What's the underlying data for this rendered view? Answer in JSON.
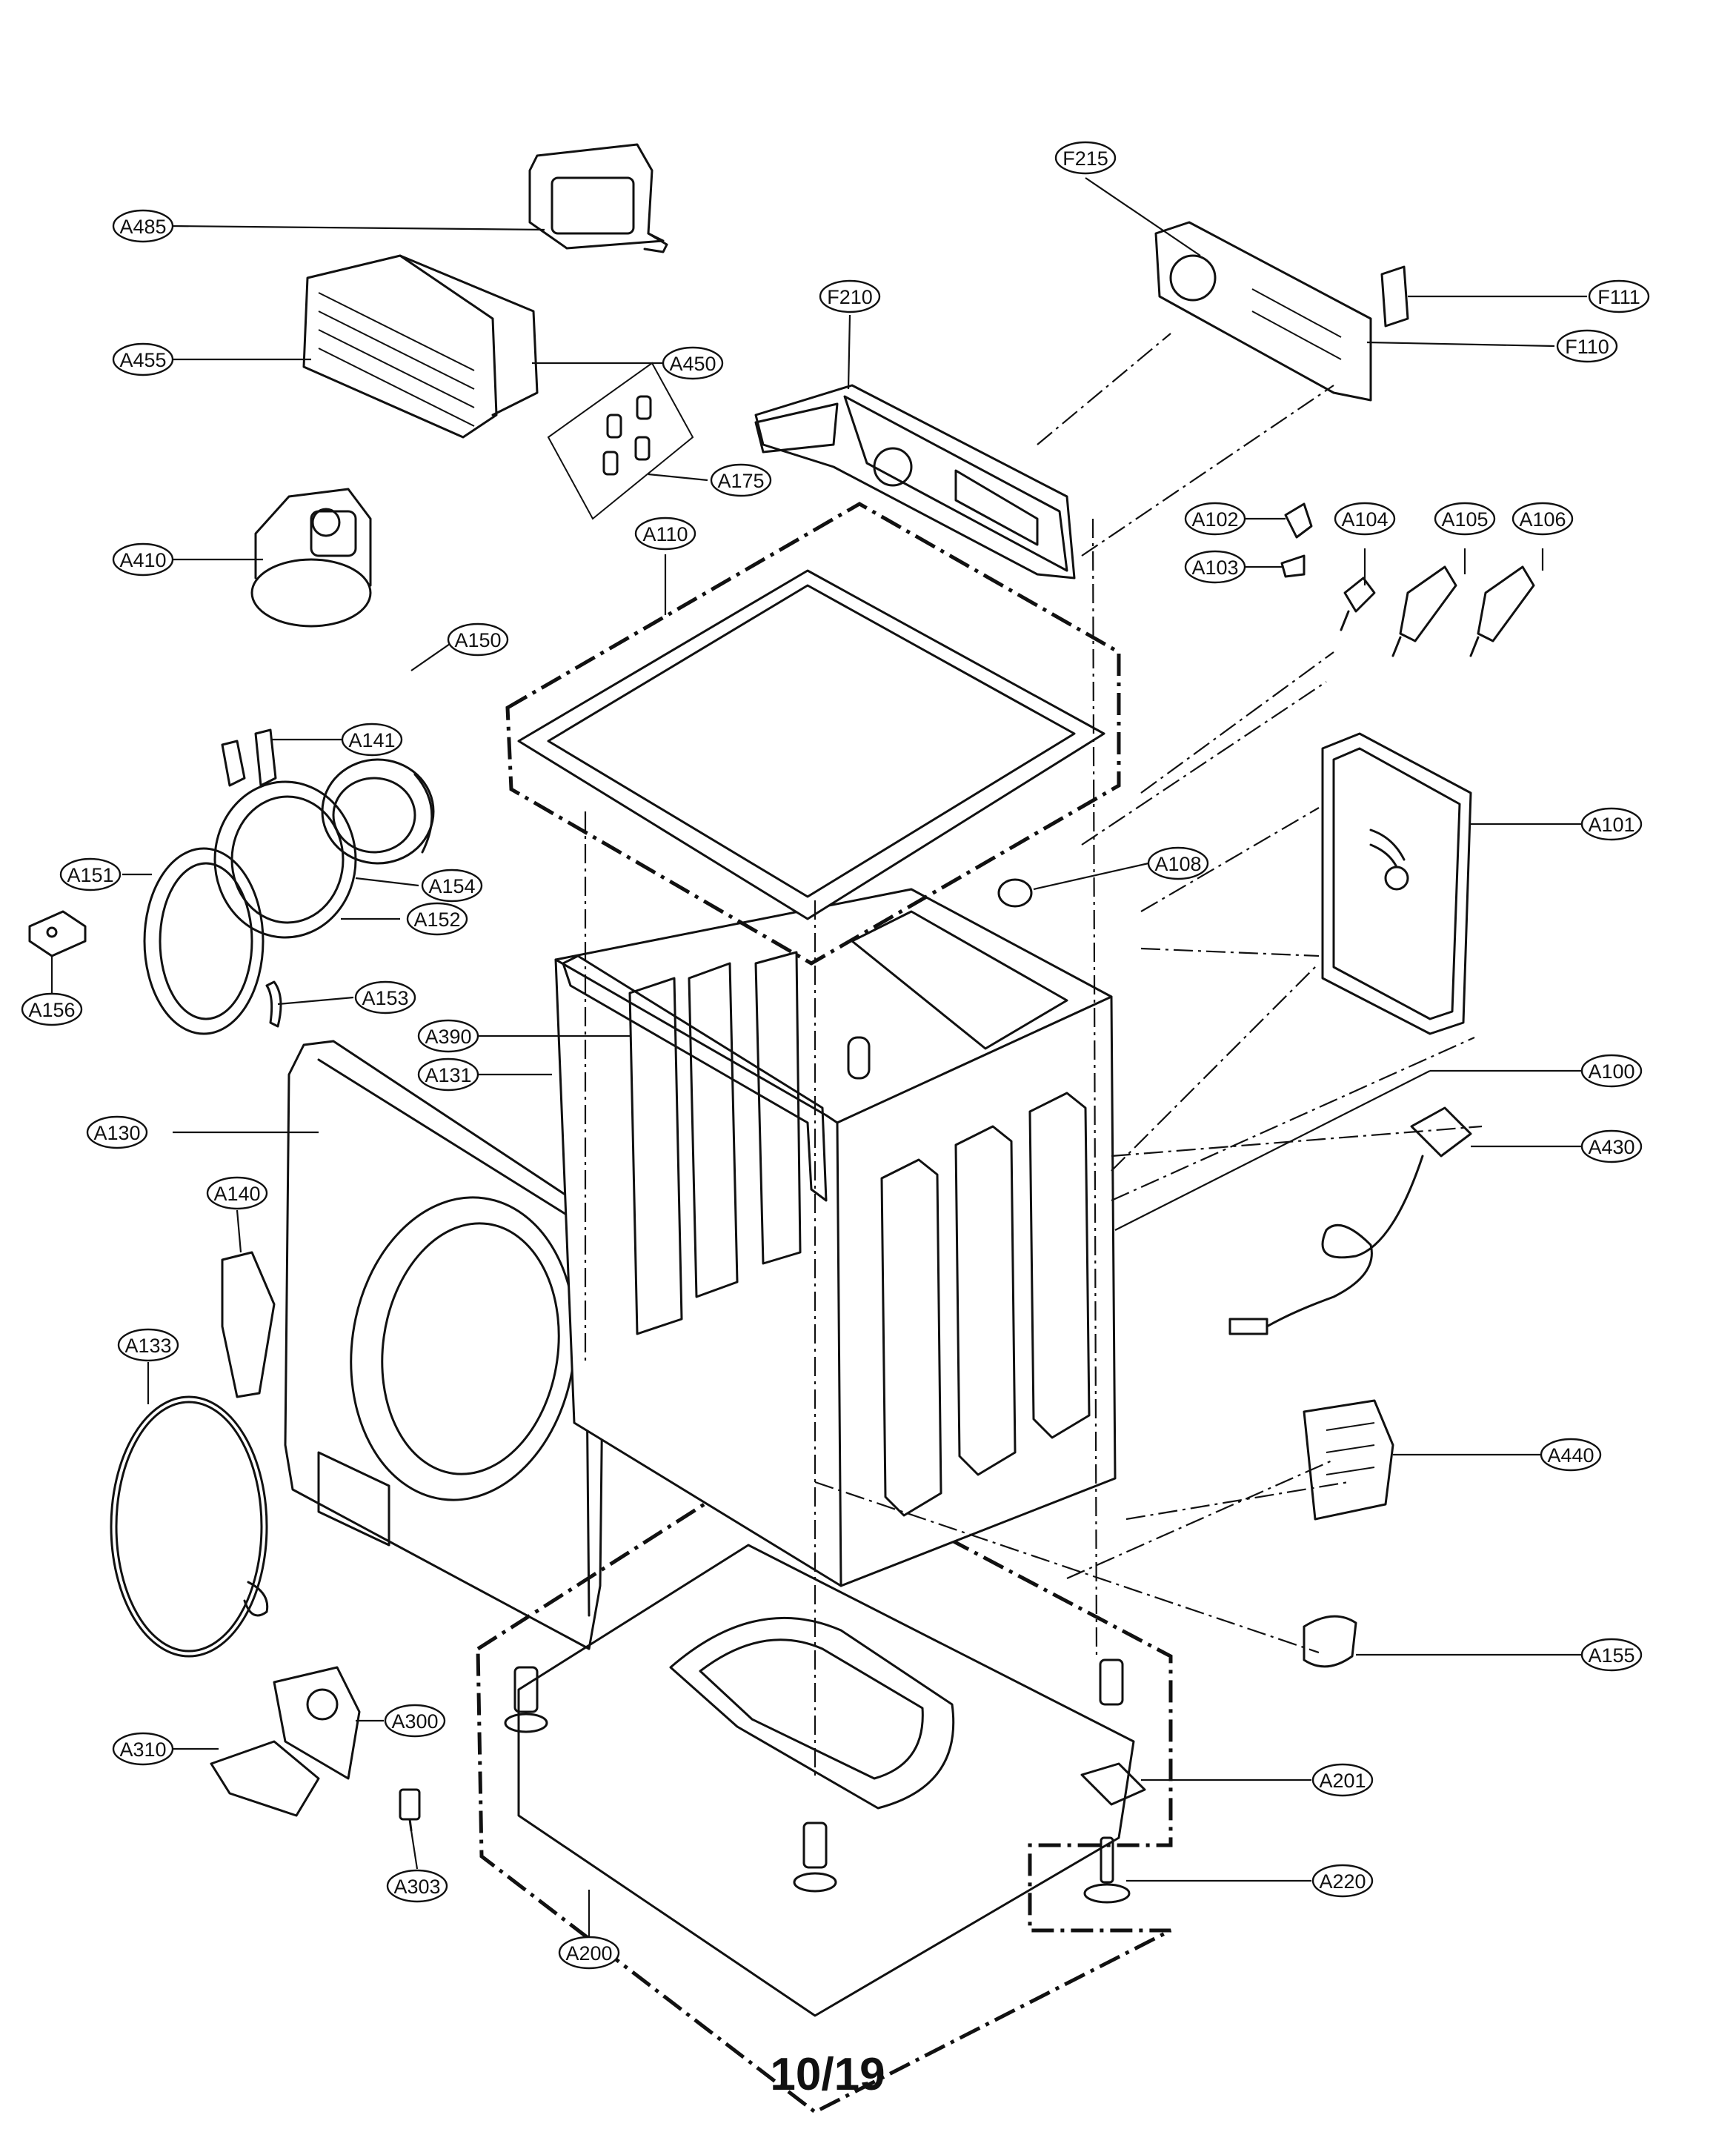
{
  "page_number": "10/19",
  "callouts": [
    {
      "id": "A485",
      "label": "A485"
    },
    {
      "id": "A455",
      "label": "A455"
    },
    {
      "id": "A450",
      "label": "A450"
    },
    {
      "id": "A175",
      "label": "A175"
    },
    {
      "id": "A410",
      "label": "A410"
    },
    {
      "id": "A150",
      "label": "A150"
    },
    {
      "id": "A141",
      "label": "A141"
    },
    {
      "id": "A151",
      "label": "A151"
    },
    {
      "id": "A154",
      "label": "A154"
    },
    {
      "id": "A152",
      "label": "A152"
    },
    {
      "id": "A156",
      "label": "A156"
    },
    {
      "id": "A153",
      "label": "A153"
    },
    {
      "id": "A390",
      "label": "A390"
    },
    {
      "id": "A131",
      "label": "A131"
    },
    {
      "id": "A130",
      "label": "A130"
    },
    {
      "id": "A140",
      "label": "A140"
    },
    {
      "id": "A133",
      "label": "A133"
    },
    {
      "id": "A300",
      "label": "A300"
    },
    {
      "id": "A310",
      "label": "A310"
    },
    {
      "id": "A303",
      "label": "A303"
    },
    {
      "id": "A200",
      "label": "A200"
    },
    {
      "id": "F215",
      "label": "F215"
    },
    {
      "id": "F210",
      "label": "F210"
    },
    {
      "id": "F111",
      "label": "F111"
    },
    {
      "id": "F110",
      "label": "F110"
    },
    {
      "id": "A110",
      "label": "A110"
    },
    {
      "id": "A102",
      "label": "A102"
    },
    {
      "id": "A103",
      "label": "A103"
    },
    {
      "id": "A104",
      "label": "A104"
    },
    {
      "id": "A105",
      "label": "A105"
    },
    {
      "id": "A106",
      "label": "A106"
    },
    {
      "id": "A108",
      "label": "A108"
    },
    {
      "id": "A101",
      "label": "A101"
    },
    {
      "id": "A100",
      "label": "A100"
    },
    {
      "id": "A430",
      "label": "A430"
    },
    {
      "id": "A440",
      "label": "A440"
    },
    {
      "id": "A155",
      "label": "A155"
    },
    {
      "id": "A201",
      "label": "A201"
    },
    {
      "id": "A220",
      "label": "A220"
    }
  ]
}
